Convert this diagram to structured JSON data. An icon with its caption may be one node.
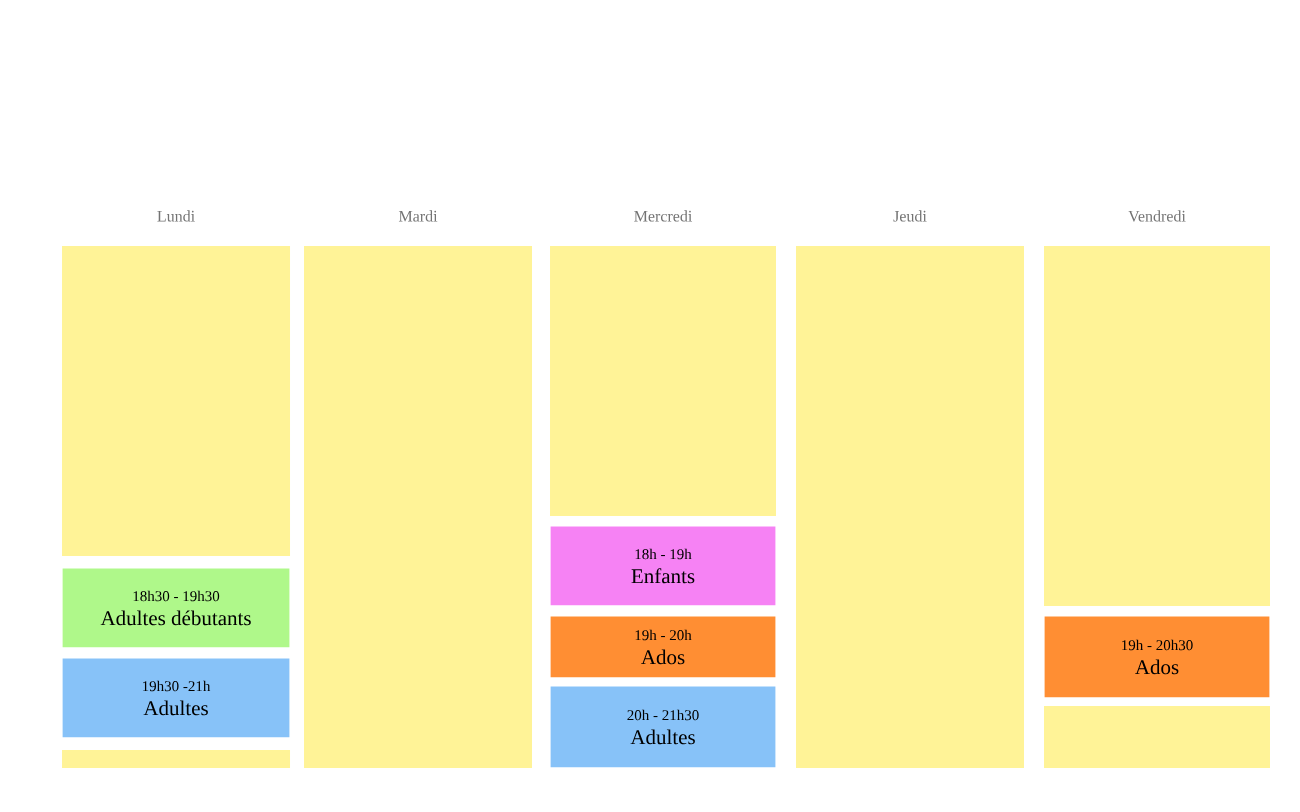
{
  "diagram": {
    "nodes": [
      {
        "text": [],
        "shape": "box"
      },
      {
        "text": [
          "18h30 - 19h30",
          "Adultes débutants"
        ]
      },
      {
        "text": [
          "19h30 -21h",
          "Adultes"
        ]
      },
      {
        "text": [],
        "shape": "box"
      },
      {
        "text": [],
        "shape": "box"
      },
      {
        "text": [],
        "shape": "box"
      },
      {
        "text": [
          "18h - 19h",
          "Enfants"
        ]
      },
      {
        "text": [
          "19h - 20h",
          "Ados"
        ]
      },
      {
        "text": [
          "20h - 21h30",
          "Adultes"
        ]
      },
      {
        "text": [],
        "shape": "box"
      },
      {
        "text": [],
        "shape": "box"
      },
      {
        "text": [
          "19h - 20h30",
          "Ados"
        ]
      },
      {
        "text": [],
        "shape": "box"
      }
    ],
    "labels": [
      "Lundi",
      "Mardi",
      "Mercredi",
      "Jeudi",
      "Vendredi"
    ]
  }
}
